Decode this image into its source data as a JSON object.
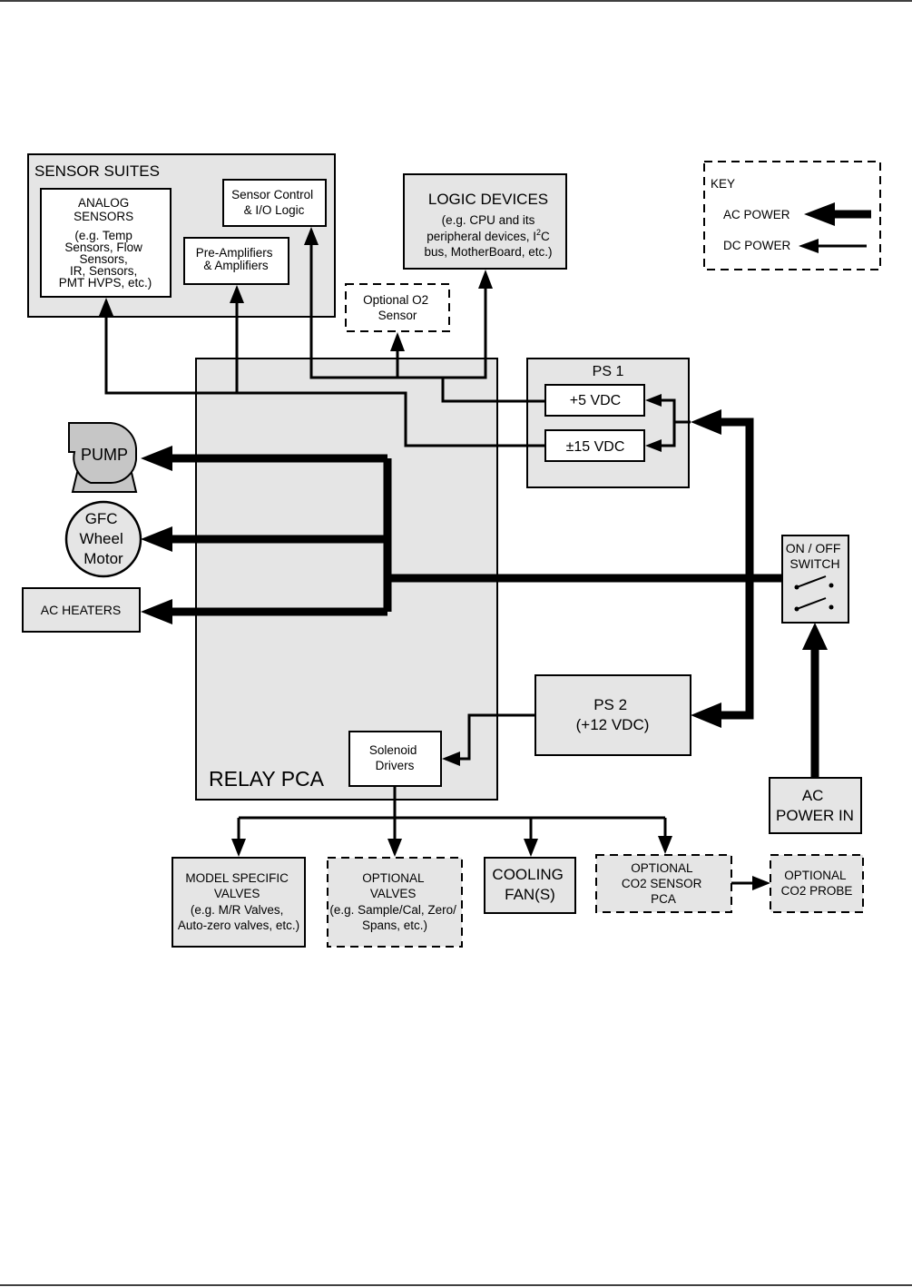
{
  "sensor_suites": {
    "title": "SENSOR SUITES",
    "analog_sensors": [
      "ANALOG",
      "SENSORS",
      "(e.g. Temp",
      "Sensors, Flow",
      "Sensors,",
      "IR, Sensors,",
      "PMT HVPS, etc.)"
    ],
    "sensor_control": [
      "Sensor Control",
      "& I/O Logic"
    ],
    "pre_amplifiers": [
      "Pre-Amplifiers",
      "& Amplifiers"
    ]
  },
  "logic_devices": {
    "title": "LOGIC DEVICES",
    "line1": "(e.g. CPU and its",
    "line2_pre": "peripheral devices, I",
    "line2_sup": "2",
    "line2_post": "C",
    "line3": "bus,  MotherBoard, etc.)"
  },
  "optional_o2": [
    "Optional O2",
    "Sensor"
  ],
  "key": {
    "title": "KEY",
    "ac_power": "AC POWER",
    "dc_power": "DC POWER"
  },
  "ps1": {
    "title": "PS 1",
    "v5": "+5 VDC",
    "v15": "±15 VDC"
  },
  "pump": "PUMP",
  "gfc_motor": [
    "GFC",
    "Wheel",
    "Motor"
  ],
  "ac_heaters": "AC HEATERS",
  "switch": [
    "ON / OFF",
    "SWITCH"
  ],
  "ps2": [
    "PS 2",
    "(+12 VDC)"
  ],
  "relay_pca": "RELAY PCA",
  "solenoid_drivers": [
    "Solenoid",
    "Drivers"
  ],
  "ac_power_in": [
    "AC",
    "POWER IN"
  ],
  "model_specific_valves": [
    "MODEL SPECIFIC",
    "VALVES",
    "(e.g. M/R Valves,",
    "Auto-zero valves, etc.)"
  ],
  "optional_valves": [
    "OPTIONAL",
    "VALVES",
    "(e.g. Sample/Cal, Zero/",
    "Spans, etc.)"
  ],
  "cooling_fans": [
    "COOLING",
    "FAN(S)"
  ],
  "optional_co2_pca": [
    "OPTIONAL",
    "CO2 SENSOR",
    "PCA"
  ],
  "optional_co2_probe": [
    "OPTIONAL",
    "CO2 PROBE"
  ]
}
